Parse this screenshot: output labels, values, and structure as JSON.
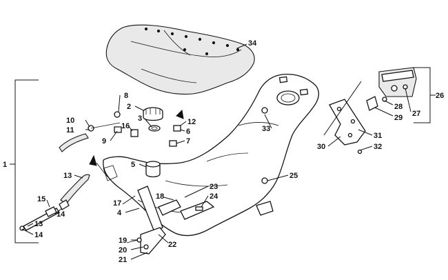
{
  "callouts": [
    {
      "id": "1",
      "text": "1"
    },
    {
      "id": "2",
      "text": "2"
    },
    {
      "id": "3",
      "text": "3"
    },
    {
      "id": "4",
      "text": "4"
    },
    {
      "id": "5",
      "text": "5"
    },
    {
      "id": "6",
      "text": "6"
    },
    {
      "id": "7",
      "text": "7"
    },
    {
      "id": "8",
      "text": "8"
    },
    {
      "id": "9",
      "text": "9"
    },
    {
      "id": "10",
      "text": "10"
    },
    {
      "id": "11",
      "text": "11"
    },
    {
      "id": "12",
      "text": "12"
    },
    {
      "id": "13a",
      "text": "13"
    },
    {
      "id": "13b",
      "text": "13"
    },
    {
      "id": "14a",
      "text": "14"
    },
    {
      "id": "14b",
      "text": "14"
    },
    {
      "id": "15",
      "text": "15"
    },
    {
      "id": "16",
      "text": "16"
    },
    {
      "id": "17",
      "text": "17"
    },
    {
      "id": "18",
      "text": "18"
    },
    {
      "id": "19",
      "text": "19"
    },
    {
      "id": "20",
      "text": "20"
    },
    {
      "id": "21",
      "text": "21"
    },
    {
      "id": "22",
      "text": "22"
    },
    {
      "id": "23",
      "text": "23"
    },
    {
      "id": "24",
      "text": "24"
    },
    {
      "id": "25",
      "text": "25"
    },
    {
      "id": "26",
      "text": "26"
    },
    {
      "id": "27",
      "text": "27"
    },
    {
      "id": "28",
      "text": "28"
    },
    {
      "id": "29",
      "text": "29"
    },
    {
      "id": "30",
      "text": "30"
    },
    {
      "id": "31",
      "text": "31"
    },
    {
      "id": "32",
      "text": "32"
    },
    {
      "id": "33",
      "text": "33"
    },
    {
      "id": "34",
      "text": "34"
    }
  ],
  "colors": {
    "ink": "#111111",
    "paper": "#ffffff",
    "shade": "#e9e9e9"
  }
}
